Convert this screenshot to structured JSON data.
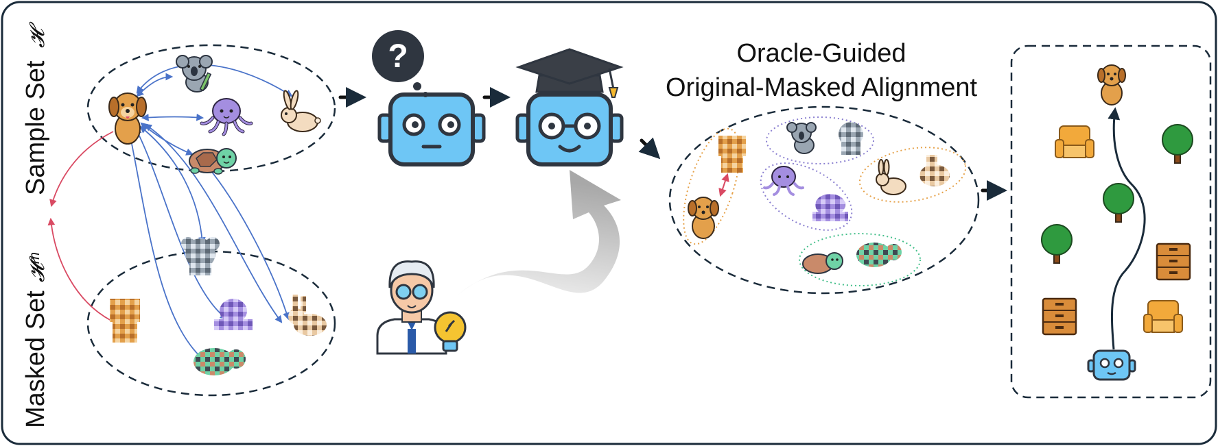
{
  "labels": {
    "sample_set": "Sample Set",
    "sample_set_symbol": "𝓗",
    "masked_set": "Masked Set",
    "masked_set_symbol": "𝓗ᵐ",
    "alignment_title_line1": "Oracle-Guided",
    "alignment_title_line2": "Original-Masked Alignment"
  },
  "icons": {
    "sample_set": [
      "dog-icon",
      "koala-icon",
      "octopus-icon",
      "rabbit-icon",
      "turtle-icon"
    ],
    "masked_set": [
      "masked-dog-icon",
      "masked-koala-icon",
      "masked-octopus-icon",
      "masked-rabbit-icon",
      "masked-turtle-icon"
    ],
    "agents": [
      "confused-robot-icon",
      "question-bubble-icon",
      "graduated-robot-icon",
      "oracle-scientist-icon",
      "lightbulb-icon"
    ],
    "navigation_map": [
      "dog-target-icon",
      "armchair-icon",
      "tree-icon",
      "cabinet-icon",
      "robot-agent-icon"
    ]
  },
  "colors": {
    "frame": "#1a2b3a",
    "pair_link": "#4a73c9",
    "mask_link": "#d94a63",
    "robot_body": "#6ec6f5",
    "robot_outline": "#2f3640",
    "mask_pair_orange": "#e6a24a",
    "mask_pair_purple": "#8a7fd0",
    "mask_pair_green": "#43bf8a"
  }
}
